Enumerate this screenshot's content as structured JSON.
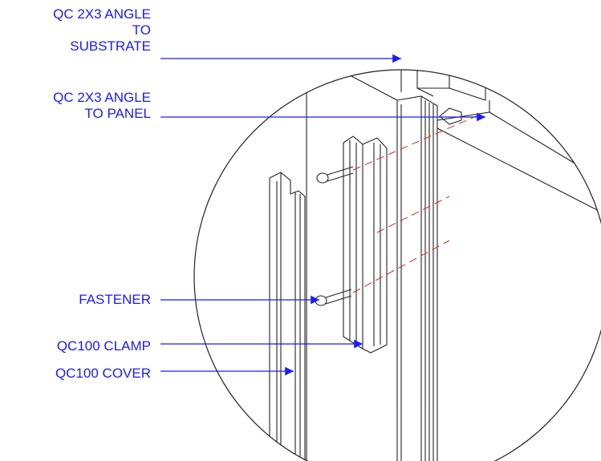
{
  "callouts": {
    "angle_substrate": {
      "line1": "QC 2X3 ANGLE",
      "line2": "TO",
      "line3": "SUBSTRATE"
    },
    "angle_panel": {
      "line1": "QC 2X3 ANGLE",
      "line2": "TO PANEL"
    },
    "fastener": "FASTENER",
    "clamp": "QC100 CLAMP",
    "cover": "QC100 COVER"
  },
  "colors": {
    "label": "#1a1aff",
    "leader": "#1a1aff",
    "drawing": "#222222",
    "hidden_line": "#d03020"
  }
}
